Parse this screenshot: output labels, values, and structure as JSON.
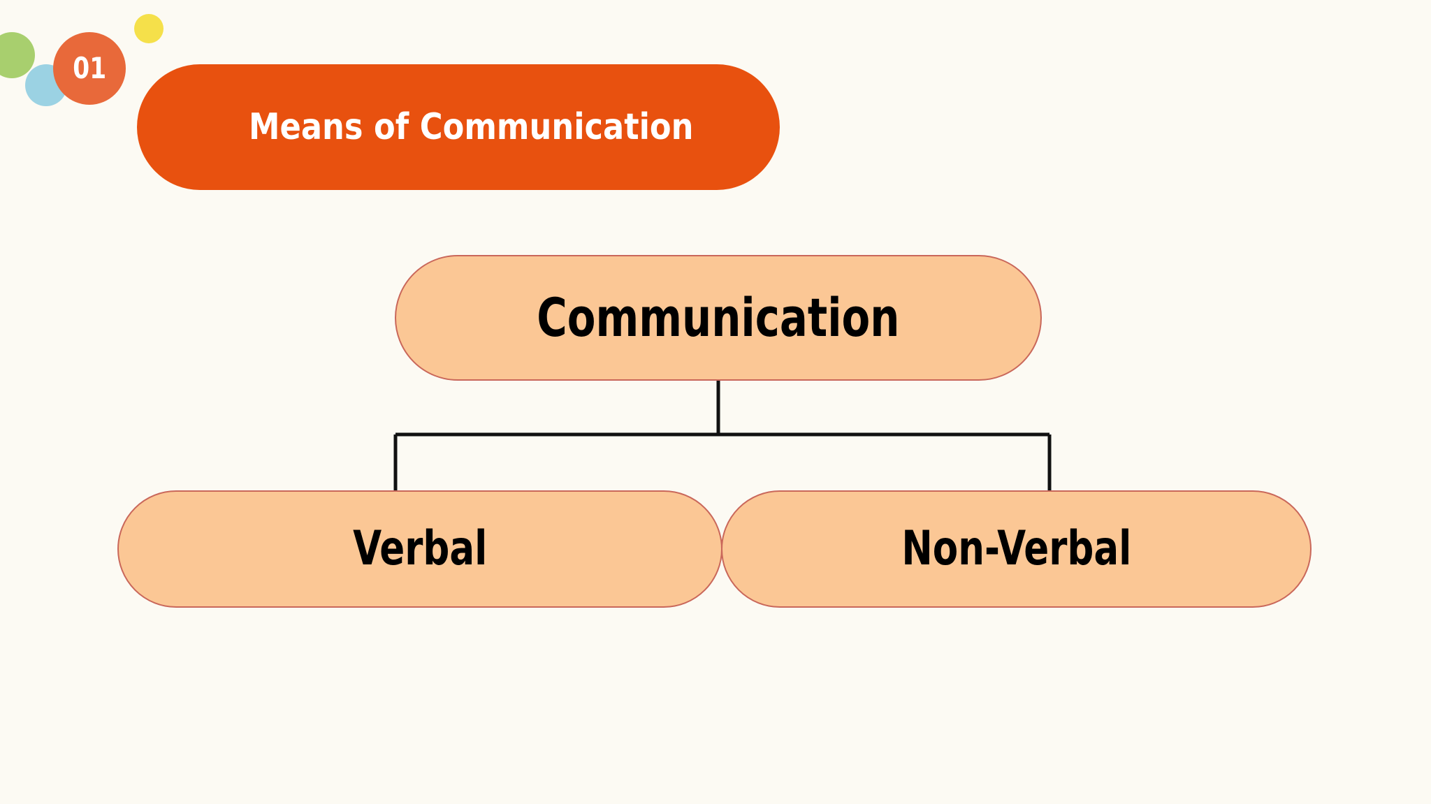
{
  "slide": {
    "background_color": "#FCFAF3",
    "number_badge": {
      "label": "01",
      "color": "#E8693A"
    },
    "title": {
      "text": "Means of Communication",
      "background_color": "#E8510F",
      "text_color": "#FFFFFF"
    }
  },
  "decor": {
    "green_circle": "#A8CF6E",
    "blue_circle": "#9BD2E3",
    "yellow_circle": "#F5E04A"
  },
  "chart_data": {
    "type": "diagram",
    "title": "Means of Communication",
    "layout": "tree",
    "node_fill": "#FBC795",
    "node_border": "#C9675A",
    "connector_color": "#111111",
    "nodes": [
      {
        "id": "root",
        "label": "Communication",
        "level": 0,
        "parent": null
      },
      {
        "id": "verbal",
        "label": "Verbal",
        "level": 1,
        "parent": "root"
      },
      {
        "id": "non_verbal",
        "label": "Non-Verbal",
        "level": 1,
        "parent": "root"
      }
    ],
    "edges": [
      {
        "from": "root",
        "to": "verbal"
      },
      {
        "from": "root",
        "to": "non_verbal"
      }
    ]
  },
  "nodes": {
    "root": {
      "label": "Communication"
    },
    "left": {
      "label": "Verbal"
    },
    "right": {
      "label": "Non-Verbal"
    }
  }
}
